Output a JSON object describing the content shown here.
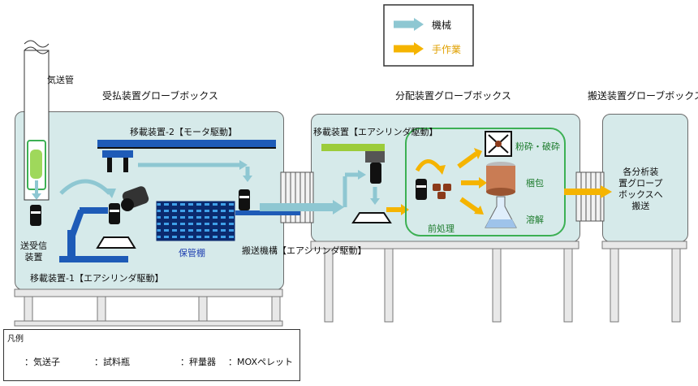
{
  "top_legend": {
    "machine": "機械",
    "manual": "手作業"
  },
  "pipe_label": "気送管",
  "sections": {
    "receiving": "受払装置グローブボックス",
    "distribution": "分配装置グローブボックス",
    "transport": "搬送装置グローブボックス"
  },
  "labels": {
    "transfer2": "移載装置-2【モータ駆動】",
    "transfer1": "移載装置-1【エアシリンダ駆動】",
    "transceiver": "送受信\n装置",
    "storage": "保管棚",
    "conveyor": "搬送機構【エアシリンダ駆動】",
    "transfer_air": "移載装置【エアシリンダ駆動】",
    "grind": "粉砕・破砕",
    "pack": "梱包",
    "dissolve": "溶解",
    "pretreat": "前処理",
    "destination": "各分析装\n置グロープ\nボックスへ\n搬送"
  },
  "bottom_legend": {
    "title": "凡例",
    "carrier": "：気送子",
    "bottle": "：試料瓶",
    "scale": "：秤量器",
    "pellet": "：MOXペレット"
  },
  "colors": {
    "machine_arrow": "#8ec7d2",
    "manual_arrow": "#f5b400",
    "glovebox": "#d6eaea",
    "green_frame": "#3cb054"
  }
}
